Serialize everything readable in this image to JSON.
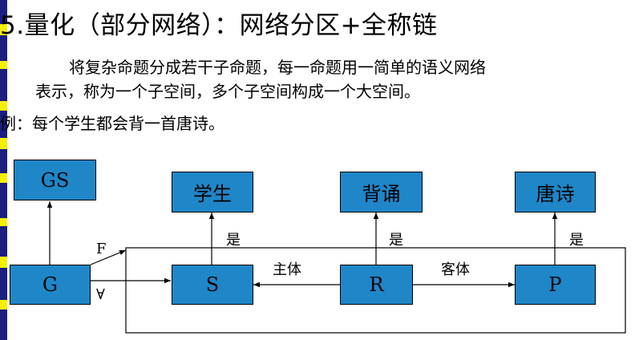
{
  "title": "5.量化（部分网络）：网络分区+全称链",
  "paragraph": {
    "line1": "将复杂命题分成若干子命题，每一命题用一简单的语义网络",
    "line2": "表示，称为一个子空间，多个子空间构成一个大空间。"
  },
  "example": "例：每个学生都会背一首唐诗。",
  "nodes": {
    "gs": "GS",
    "g": "G",
    "student": "学生",
    "s": "S",
    "recite": "背诵",
    "r": "R",
    "tang_poem": "唐诗",
    "p": "P"
  },
  "edge_labels": {
    "f": "F",
    "forall": "∀",
    "is_s": "是",
    "is_r": "是",
    "is_p": "是",
    "subject": "主体",
    "object": "客体"
  },
  "colors": {
    "node_fill": "#1f86c8",
    "stripe_dark": "#1a1f80",
    "stripe_light": "#f4f000"
  }
}
